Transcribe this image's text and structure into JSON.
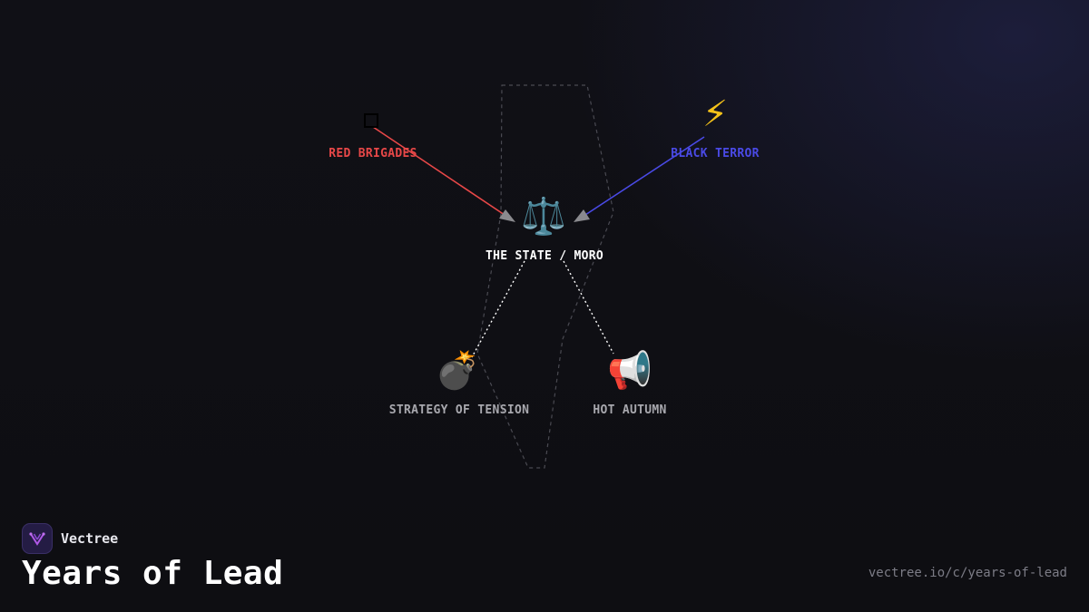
{
  "diagram": {
    "nodes": [
      {
        "id": "red-brigades",
        "label": "RED BRIGADES",
        "icon": "square-icon",
        "color": "#e84848"
      },
      {
        "id": "black-terror",
        "label": "BLACK TERROR",
        "icon": "lightning-icon",
        "glyph": "⚡",
        "color": "#4a4ae6"
      },
      {
        "id": "state-moro",
        "label": "THE STATE / MORO",
        "icon": "balance-scale-icon",
        "glyph": "⚖️",
        "color": "#ffffff"
      },
      {
        "id": "strategy-of-tension",
        "label": "STRATEGY OF TENSION",
        "icon": "bomb-icon",
        "glyph": "💣",
        "color": "#a8a8ae"
      },
      {
        "id": "hot-autumn",
        "label": "HOT AUTUMN",
        "icon": "megaphone-icon",
        "glyph": "📢",
        "color": "#a8a8ae"
      }
    ],
    "edges": [
      {
        "from": "red-brigades",
        "to": "state-moro",
        "style": "solid",
        "color": "#e84848",
        "arrow": true
      },
      {
        "from": "black-terror",
        "to": "state-moro",
        "style": "solid",
        "color": "#4a4ae6",
        "arrow": true
      },
      {
        "from": "state-moro",
        "to": "strategy-of-tension",
        "style": "dotted",
        "color": "#ffffff",
        "arrow": false
      },
      {
        "from": "state-moro",
        "to": "hot-autumn",
        "style": "dotted",
        "color": "#ffffff",
        "arrow": false
      }
    ],
    "background_outline": "dashed-silhouette"
  },
  "footer": {
    "brand": "Vectree",
    "title": "Years of Lead",
    "url": "vectree.io/c/years-of-lead"
  },
  "colors": {
    "background": "#0f0f13",
    "accent_glow": "#262858",
    "arrowhead": "#8a8a8e"
  }
}
